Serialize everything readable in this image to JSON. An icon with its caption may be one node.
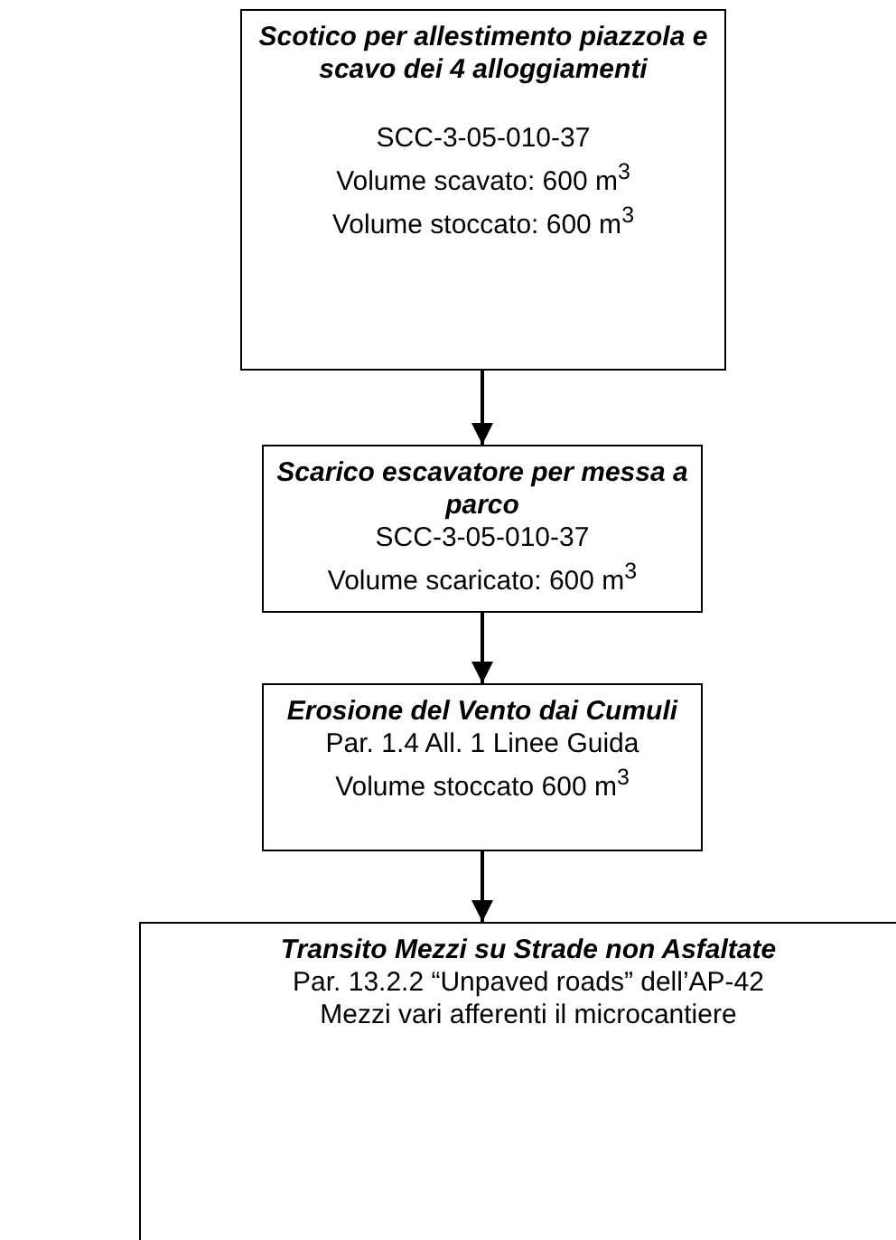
{
  "diagram": {
    "nodes": [
      {
        "text": [
          "Scotico per allestimento piazzola e scavo dei 4 alloggiamenti",
          "SCC-3-05-010-37",
          "Volume scavato: 600 m$^{3}$",
          "Volume stoccato: 600 m$^{3}$"
        ]
      },
      {
        "text": [
          "Scarico escavatore per messa a parco",
          "SCC-3-05-010-37",
          "Volume scaricato: 600 m$^{3}$"
        ]
      },
      {
        "text": [
          "Erosione del Vento dai Cumuli",
          "Par. 1.4 All. 1 Linee Guida",
          "Volume stoccato 600 m$^{3}$"
        ]
      },
      {
        "text": [
          "Transito Mezzi su Strade non Asfaltate",
          "Par. 13.2.2 “Unpaved roads” dell’AP-42",
          "Mezzi vari afferenti il microcantiere"
        ]
      }
    ],
    "edges": [
      {
        "from": 0,
        "to": 1,
        "arrow": "to"
      },
      {
        "from": 1,
        "to": 2,
        "arrow": "to"
      },
      {
        "from": 2,
        "to": 3,
        "arrow": "to"
      }
    ]
  }
}
